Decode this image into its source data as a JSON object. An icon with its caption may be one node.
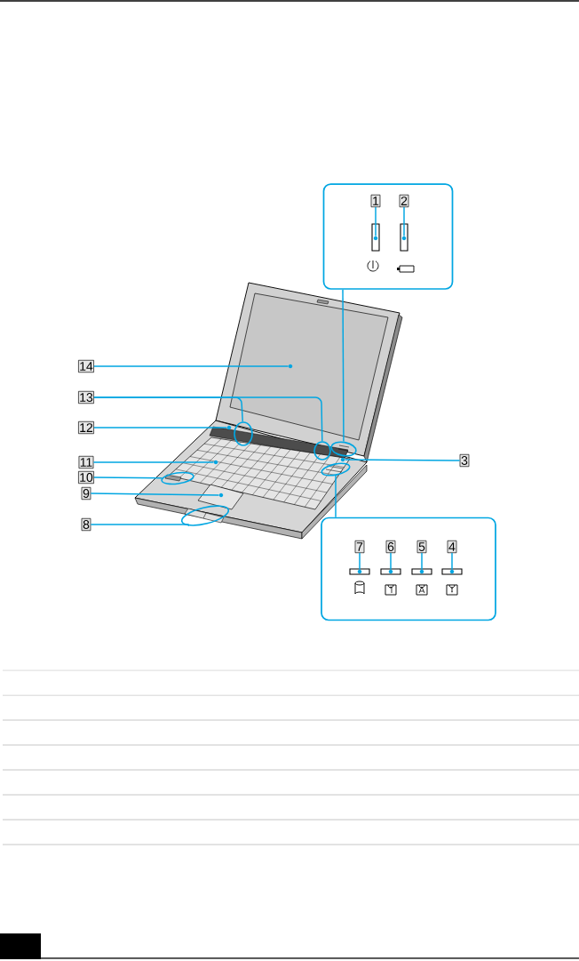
{
  "diagram": {
    "nodes": [
      {
        "text": [],
        "shape": "box"
      },
      {
        "text": [
          "1"
        ],
        "in": 0
      },
      {
        "text": [
          "2"
        ],
        "in": 0
      },
      {
        "text": [],
        "shape": "circle",
        "in": 0
      },
      {
        "text": [],
        "shape": "circle",
        "in": 0
      },
      {
        "text": [
          "14"
        ]
      },
      {
        "text": [
          "13"
        ]
      },
      {
        "text": [
          "12"
        ]
      },
      {
        "text": [
          "3"
        ]
      },
      {
        "text": [
          "11"
        ]
      },
      {
        "text": [
          "10"
        ]
      },
      {
        "text": [
          "9"
        ]
      },
      {
        "text": [
          "8"
        ]
      },
      {
        "text": [],
        "shape": "circle"
      },
      {
        "text": [],
        "shape": "circle"
      },
      {
        "text": [],
        "shape": "circle"
      },
      {
        "text": [],
        "shape": "circle"
      },
      {
        "text": [],
        "shape": "circle"
      },
      {
        "text": [],
        "shape": "circle"
      },
      {
        "text": [],
        "shape": "circle"
      },
      {
        "text": [],
        "shape": "circle"
      },
      {
        "text": [],
        "shape": "circle"
      },
      {
        "text": [],
        "shape": "circle"
      },
      {
        "text": [],
        "shape": "circle"
      },
      {
        "text": [],
        "shape": "box"
      },
      {
        "text": [
          "7"
        ],
        "in": 24
      },
      {
        "text": [
          "6"
        ],
        "in": 24
      },
      {
        "text": [
          "5"
        ],
        "in": 24
      },
      {
        "text": [
          "4"
        ],
        "in": 24
      },
      {
        "text": [],
        "shape": "circle",
        "in": 24
      },
      {
        "text": [],
        "shape": "circle",
        "in": 24
      },
      {
        "text": [],
        "shape": "circle",
        "in": 24
      },
      {
        "text": [],
        "shape": "circle",
        "in": 24
      }
    ],
    "edges": [
      {
        "from": 0,
        "to": 14,
        "arrow": "none"
      },
      {
        "from": 1,
        "to": 3,
        "arrow": "none"
      },
      {
        "from": 2,
        "to": 4,
        "arrow": "none"
      },
      {
        "from": 5,
        "to": 13,
        "arrow": "none"
      },
      {
        "from": 6,
        "to": 15,
        "arrow": "none"
      },
      {
        "from": 6,
        "to": 16,
        "arrow": "none"
      },
      {
        "from": 7,
        "to": 17,
        "arrow": "none"
      },
      {
        "from": 8,
        "to": 18,
        "arrow": "none"
      },
      {
        "from": 9,
        "to": 20,
        "arrow": "none"
      },
      {
        "from": 10,
        "to": 21,
        "arrow": "none"
      },
      {
        "from": 11,
        "to": 22,
        "arrow": "none"
      },
      {
        "from": 12,
        "to": 23,
        "arrow": "none"
      },
      {
        "from": 24,
        "to": 19,
        "arrow": "none"
      },
      {
        "from": 25,
        "to": 29,
        "arrow": "none"
      },
      {
        "from": 26,
        "to": 30,
        "arrow": "none"
      },
      {
        "from": 27,
        "to": 31,
        "arrow": "none"
      },
      {
        "from": 28,
        "to": 32,
        "arrow": "none"
      }
    ]
  }
}
